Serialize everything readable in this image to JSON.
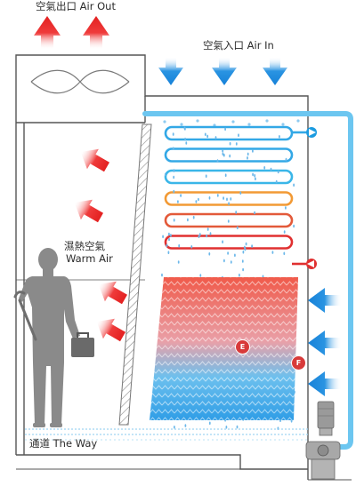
{
  "labels": {
    "air_out": "空氣出口 Air Out",
    "air_in": "空氣入口 Air In",
    "warm_air_cn": "濕熱空氣",
    "warm_air_en": "Warm Air",
    "the_way": "通道 The Way"
  },
  "markers": {
    "e": "E",
    "f": "F"
  },
  "colors": {
    "cold_water": "#1b9be0",
    "hot_water": "#e03636",
    "warm_coil": "#f08a24",
    "air_in_arrow": "#1e8ce0",
    "air_out_arrow": "#e02a2a",
    "person": "#8a8a8a",
    "casing_line": "#555555"
  },
  "coil_colors": [
    "#33a8e6",
    "#33a8e6",
    "#3ab6e8",
    "#f29a35",
    "#e35a3a",
    "#e03030"
  ],
  "icons": [
    "fan-icon",
    "pump-motor-icon",
    "pump-valve-icon",
    "worker-figure-icon",
    "toolbox-icon",
    "wrench-icon"
  ]
}
